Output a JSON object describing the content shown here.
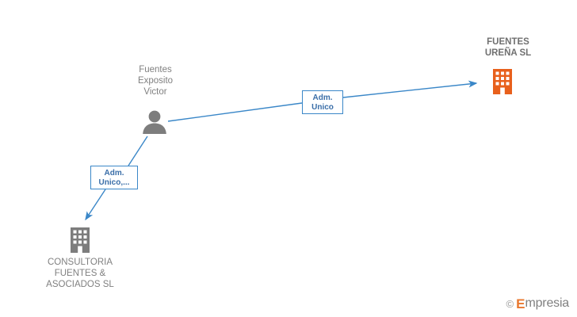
{
  "diagram": {
    "type": "relationship-graph",
    "nodes": [
      {
        "id": "person",
        "kind": "person",
        "label": "Fuentes\nExposito\nVictor",
        "label_lines": [
          "Fuentes",
          "Exposito",
          "Victor"
        ],
        "color": "#808080"
      },
      {
        "id": "target-company",
        "kind": "company",
        "label_lines": [
          "FUENTES",
          "UREÑA SL"
        ],
        "color": "#e8601c",
        "highlighted": true
      },
      {
        "id": "related-company",
        "kind": "company",
        "label_lines": [
          "CONSULTORIA",
          "FUENTES &",
          "ASOCIADOS SL"
        ],
        "color": "#808080",
        "highlighted": false
      }
    ],
    "edges": [
      {
        "id": "edge-1",
        "from": "person",
        "to": "target-company",
        "label_lines": [
          "Adm.",
          "Unico"
        ],
        "color": "#3a87c8"
      },
      {
        "id": "edge-2",
        "from": "person",
        "to": "related-company",
        "label_lines": [
          "Adm.",
          "Unico,..."
        ],
        "color": "#3a87c8"
      }
    ]
  },
  "watermark": {
    "copyright": "©",
    "brand_initial": "E",
    "brand_rest": "mpresia"
  }
}
